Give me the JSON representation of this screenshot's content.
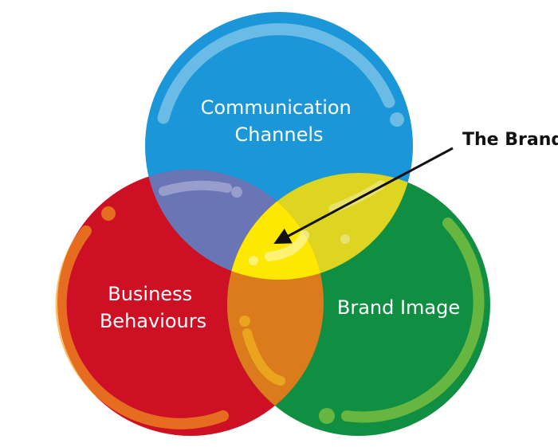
{
  "diagram": {
    "circles": [
      {
        "id": "communication",
        "label_lines": [
          "Communication",
          "Channels"
        ],
        "color": "#1b97d9"
      },
      {
        "id": "business",
        "label_lines": [
          "Business",
          "Behaviours"
        ],
        "color": "#cd1024"
      },
      {
        "id": "brand-image",
        "label_lines": [
          "Brand Image"
        ],
        "color": "#108f43"
      }
    ],
    "overlaps": {
      "communication_business": "#6a75b6",
      "communication_brand_image": "#ddd521",
      "business_brand_image": "#dc7b1b",
      "center": "#fce800"
    },
    "callout": {
      "label": "The Brand",
      "color": "#111111"
    }
  }
}
